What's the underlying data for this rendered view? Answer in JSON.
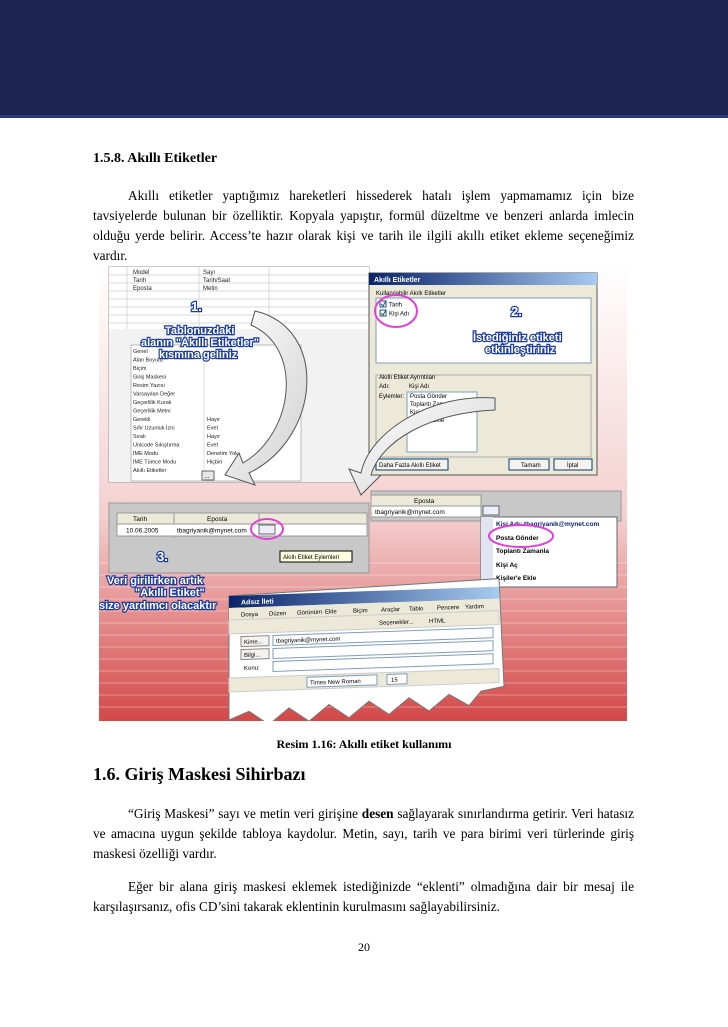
{
  "section": {
    "title": "1.5.8. Akıllı Etiketler",
    "paragraph": "Akıllı etiketler yaptığımız hareketleri hissederek hatalı işlem yapmamamız için bize tavsiyelerde bulunan bir özelliktir. Kopyala yapıştır, formül düzeltme ve benzeri anlarda imlecin olduğu yerde belirir. Access’te hazır olarak kişi ve tarih ile ilgili akıllı etiket ekleme seçeneğimiz vardır."
  },
  "figure": {
    "caption": "Resim 1.16: Akıllı etiket kullanımı",
    "callouts": {
      "step1_num": "1.",
      "step1_line1": "Tablonuzdaki",
      "step1_line2": "alanın \"Akıllı Etiketler\"",
      "step1_line3": "kısmına geliniz",
      "step2_num": "2.",
      "step2_line1": "İstediğiniz etiketi",
      "step2_line2": "etkinleştiriniz",
      "step3_num": "3.",
      "step3_line1": "Veri girilirken artık",
      "step3_line2": "\"Akıllı Etiket\"",
      "step3_line3": "size yardımcı olacaktır"
    },
    "table_fields": [
      {
        "name": "Model",
        "type": "Sayı"
      },
      {
        "name": "Tarih",
        "type": "Tarih/Saat"
      },
      {
        "name": "Eposta",
        "type": "Metin"
      }
    ],
    "properties": [
      {
        "label": "Genel",
        "value": ""
      },
      {
        "label": "Alan Boyutu",
        "value": ""
      },
      {
        "label": "Biçim",
        "value": ""
      },
      {
        "label": "Giriş Maskesi",
        "value": ""
      },
      {
        "label": "Resim Yazısı",
        "value": ""
      },
      {
        "label": "Varsayılan Değer",
        "value": ""
      },
      {
        "label": "Geçerlilik Kuralı",
        "value": ""
      },
      {
        "label": "Geçerlilik Metni",
        "value": ""
      },
      {
        "label": "Gerekli",
        "value": "Hayır"
      },
      {
        "label": "Sıfır Uzunluk İzni",
        "value": "Evet"
      },
      {
        "label": "Sıralı",
        "value": "Hayır"
      },
      {
        "label": "Unicode Sıkıştırma",
        "value": "Evet"
      },
      {
        "label": "IME Modu",
        "value": "Denetim Yok"
      },
      {
        "label": "IME Tümce Modu",
        "value": "Hiçbiri"
      },
      {
        "label": "Akıllı Etiketler",
        "value": ""
      }
    ],
    "dialog": {
      "title": "Akıllı Etiketler",
      "list_label": "Kullanılabilir Akıllı Etiketler",
      "options": [
        "Tarih",
        "Kişi Adı"
      ],
      "details_label": "Akıllı Etiket Ayrıntıları",
      "name_label": "Adı:",
      "name_value": "Kişi Adı",
      "actions_label": "Eylemler:",
      "actions": [
        "Posta Gönder",
        "Toplantı Zamanla",
        "Kişi Aç",
        "Kişiler'e Ekle"
      ],
      "more_button": "Daha Fazla Akıllı Etiket",
      "ok_button": "Tamam",
      "cancel_button": "İptal"
    },
    "grid": {
      "col_tarih": "Tarih",
      "col_eposta": "Eposta",
      "row_date": "10.06.2005",
      "row_email": "tbagriyanik@mynet.com",
      "tag_tooltip": "Akıllı Etiket Eylemleri"
    },
    "grid2": {
      "col_eposta": "Eposta",
      "row_email": "tbagriyanik@mynet.com"
    },
    "menu": {
      "items": [
        "Kişi Adı: tbagriyanik@mynet.com",
        "Posta Gönder",
        "Toplantı Zamanla",
        "Kişi Aç",
        "Kişiler'e Ekle"
      ]
    },
    "mail": {
      "title": "Adsız İleti",
      "menus": [
        "Dosya",
        "Düzen",
        "Görünüm",
        "Ekle",
        "Biçim",
        "Araçlar",
        "Tablo",
        "Pencere",
        "Yardım"
      ],
      "send_options": "Seçenekler...",
      "format": "HTML",
      "to_label": "Kime...",
      "to_value": "tbagriyanik@mynet.com",
      "cc_label": "Bilgi...",
      "subject_label": "Konu:",
      "font": "Times New Roman",
      "size": "15"
    }
  },
  "next_section": {
    "title": "1.6. Giriş Maskesi Sihirbazı",
    "p1_before": "“Giriş Maskesi” sayı ve metin veri girişine ",
    "p1_bold": "desen",
    "p1_after": " sağlayarak sınırlandırma getirir. Veri hatasız ve amacına uygun şekilde tabloya kaydolur. Metin, sayı, tarih ve para birimi veri türlerinde giriş maskesi özelliği vardır.",
    "p2": "Eğer bir alana giriş maskesi eklemek istediğinizde “eklenti” olmadığına dair bir mesaj ile karşılaşırsanız, ofis CD’sini takarak eklentinin kurulmasını sağlayabilirsiniz."
  },
  "page_number": "20",
  "colors": {
    "header_band": "#1b2452",
    "callout_text": "#ffffff",
    "callout_outline": "#1c3c9e",
    "highlight": "#e040d8"
  }
}
